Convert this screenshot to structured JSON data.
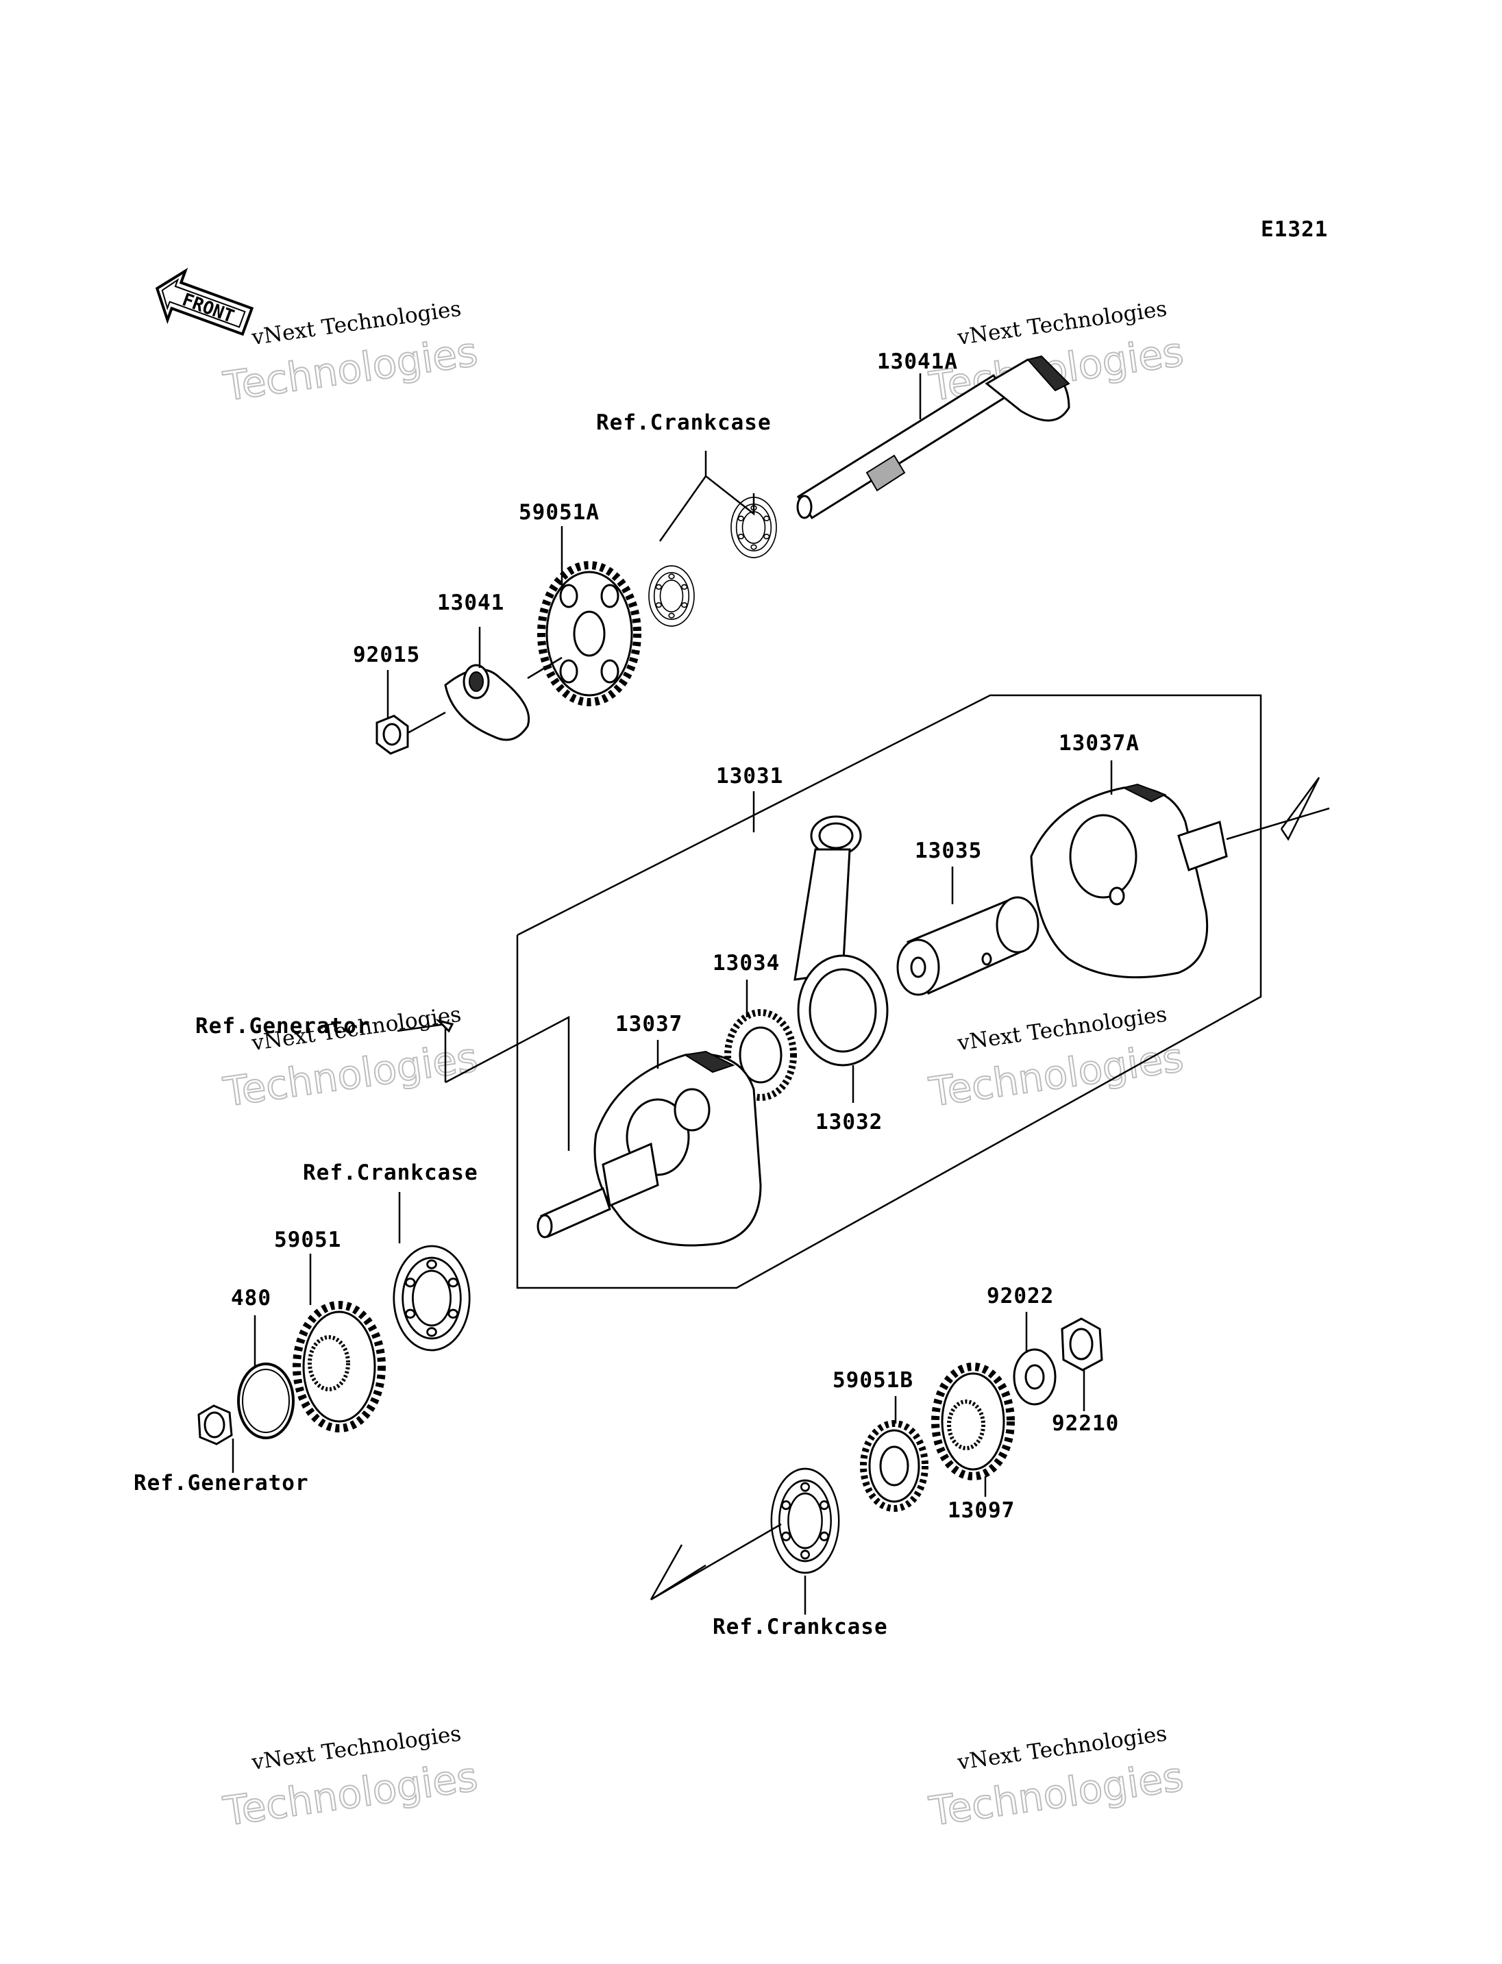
{
  "diagram_id": "E1321",
  "front_label": "FRONT",
  "watermark": {
    "line1": "vNext Technologies",
    "line2": "Technologies"
  },
  "labels": {
    "p13041A": "13041A",
    "ref_crankcase_top": "Ref.Crankcase",
    "p59051A": "59051A",
    "p13041": "13041",
    "p92015": "92015",
    "p13031": "13031",
    "p13037A": "13037A",
    "p13035": "13035",
    "p13034": "13034",
    "p13037": "13037",
    "p13032": "13032",
    "ref_generator_mid": "Ref.Generator",
    "ref_crankcase_mid": "Ref.Crankcase",
    "p59051": "59051",
    "p480": "480",
    "ref_generator_bottom": "Ref.Generator",
    "p92022": "92022",
    "p59051B": "59051B",
    "p92210": "92210",
    "p13097": "13097",
    "ref_crankcase_bottom": "Ref.Crankcase"
  }
}
